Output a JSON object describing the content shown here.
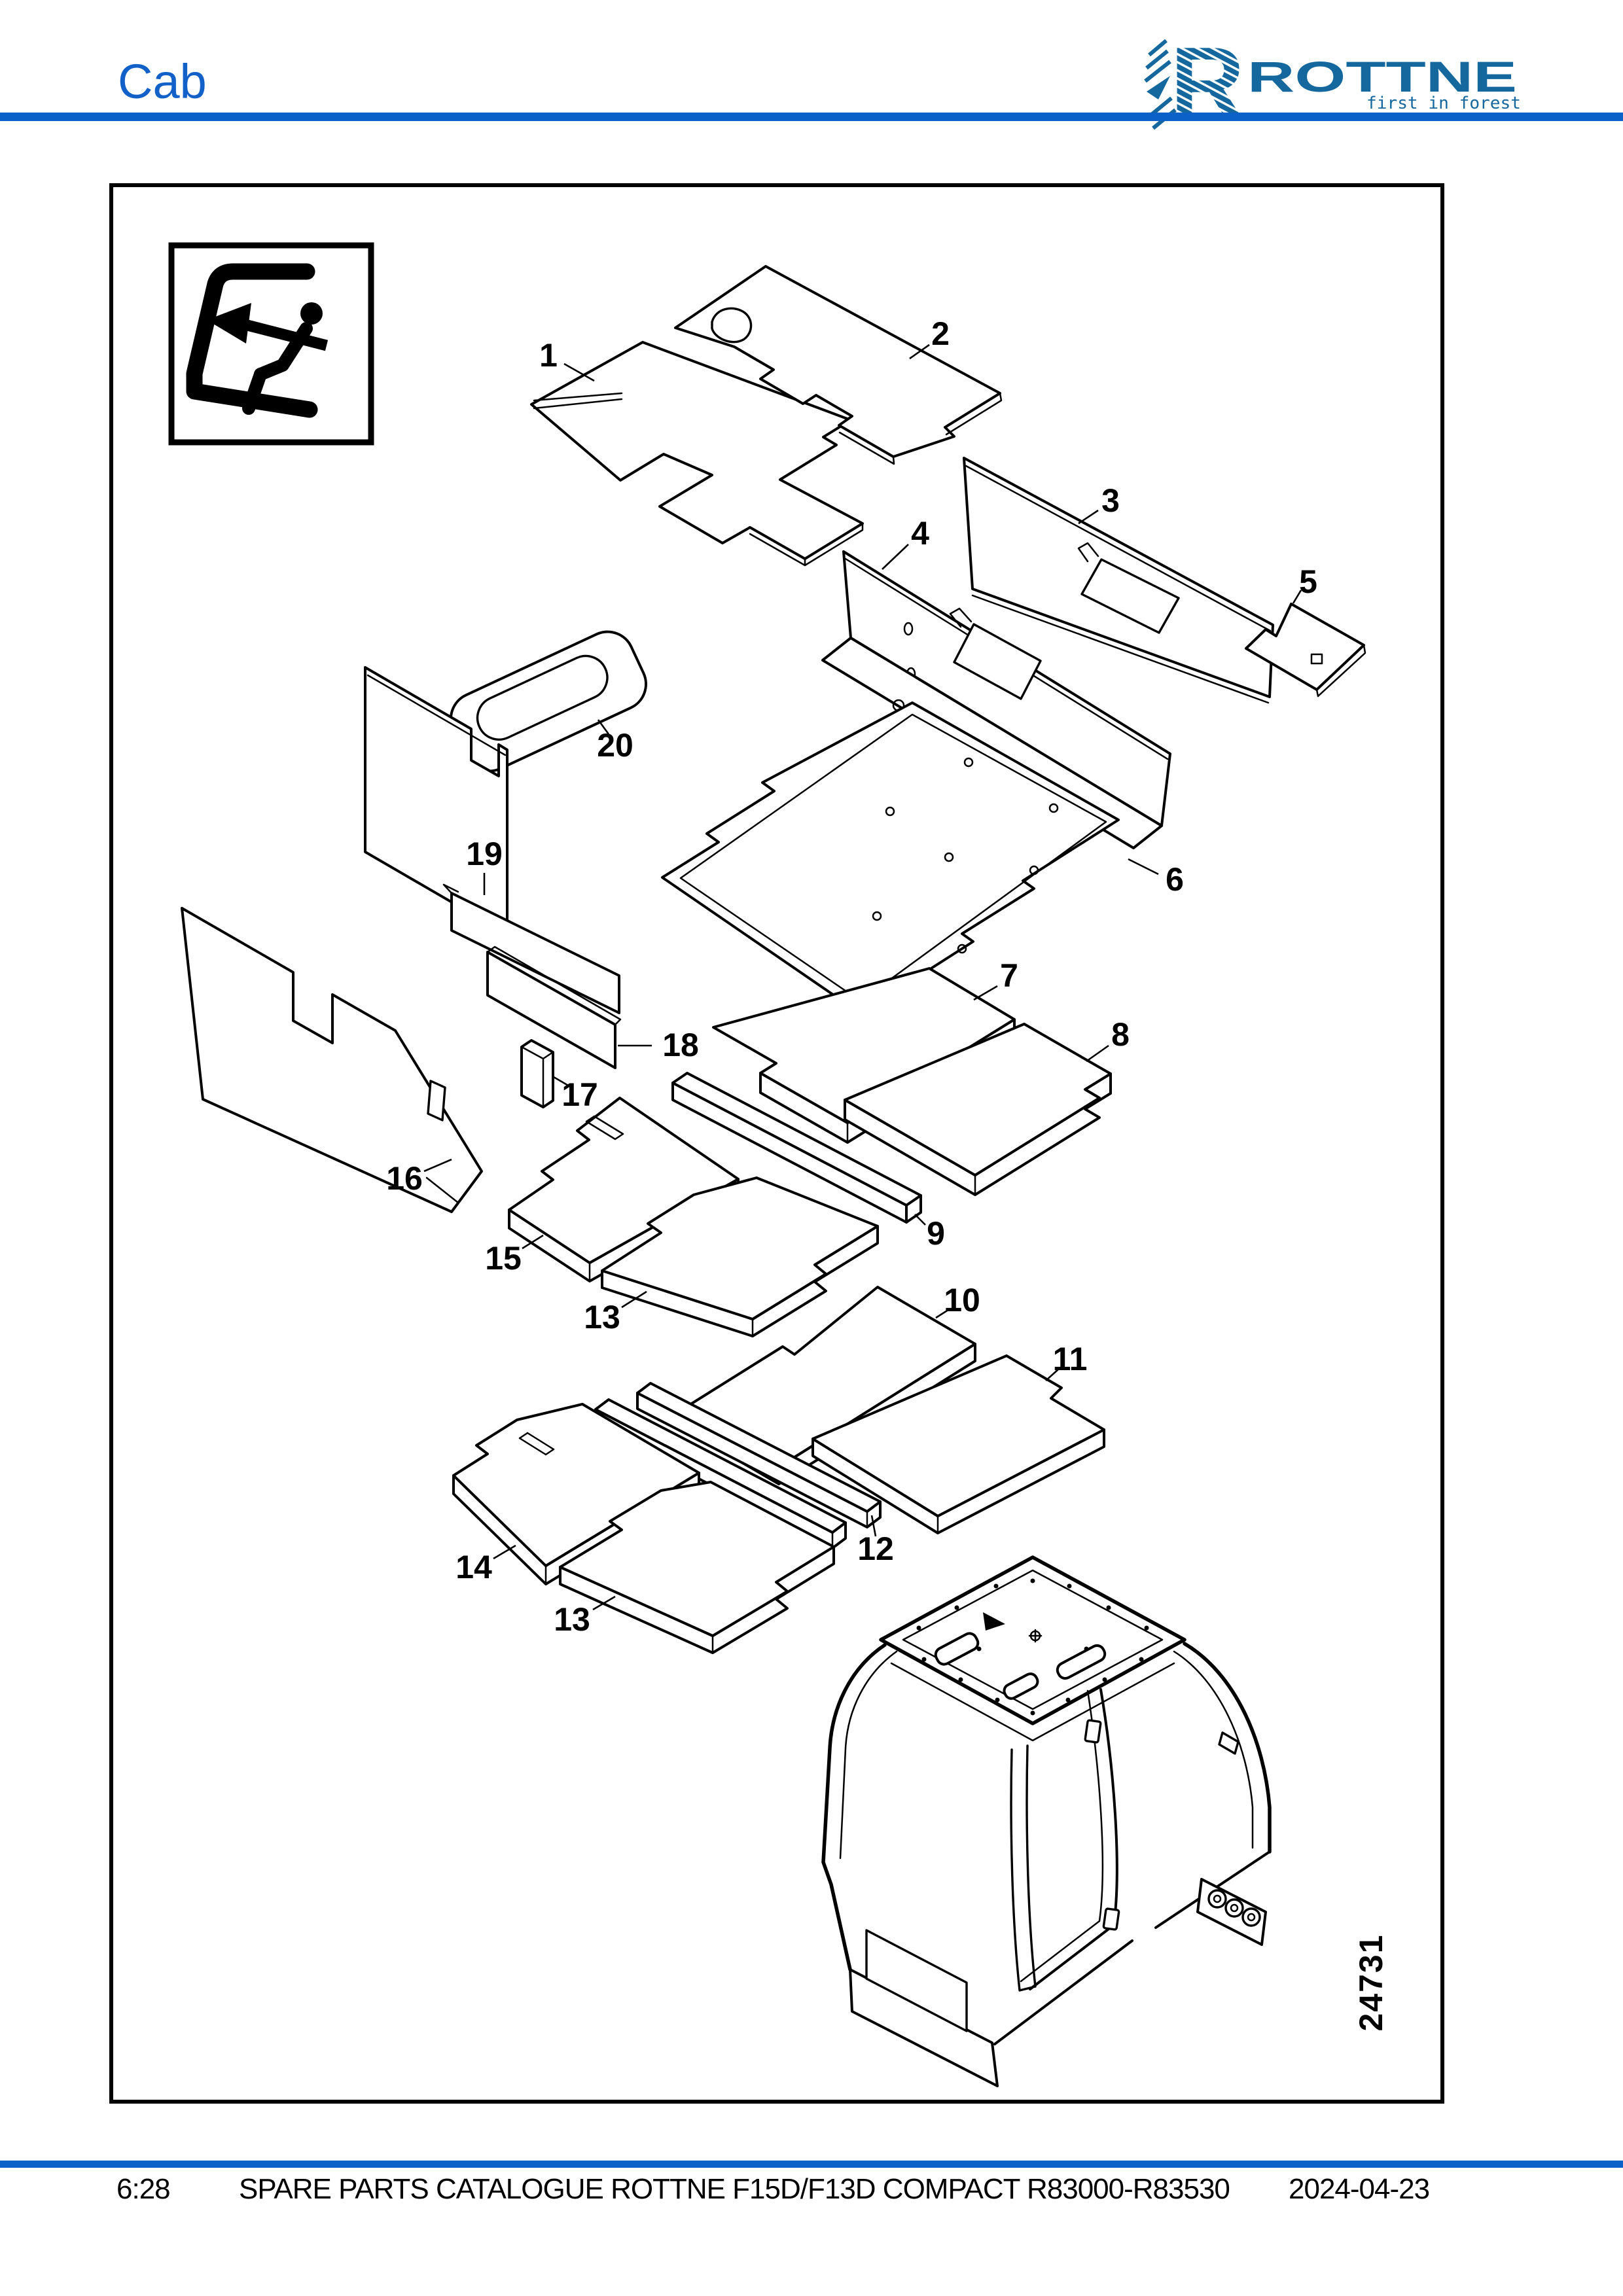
{
  "header": {
    "title": "Cab",
    "logo": {
      "brand": "ROTTNE",
      "tagline": "first in forest"
    }
  },
  "diagram": {
    "drawing_number": "24731",
    "pictogram": "cab-door-exit-warning-icon",
    "part_labels": [
      "1",
      "2",
      "3",
      "4",
      "5",
      "6",
      "7",
      "8",
      "9",
      "10",
      "11",
      "12",
      "13",
      "13",
      "14",
      "15",
      "16",
      "17",
      "18",
      "19",
      "20"
    ]
  },
  "footer": {
    "page_ref": "6:28",
    "title": "SPARE PARTS CATALOGUE ROTTNE F15D/F13D COMPACT R83000-R83530",
    "date": "2024-04-23"
  },
  "colors": {
    "accent_blue": "#0C61C8",
    "header_text_blue": "#1161C9",
    "logo_blue": "#15689E",
    "line_black": "#000000"
  }
}
